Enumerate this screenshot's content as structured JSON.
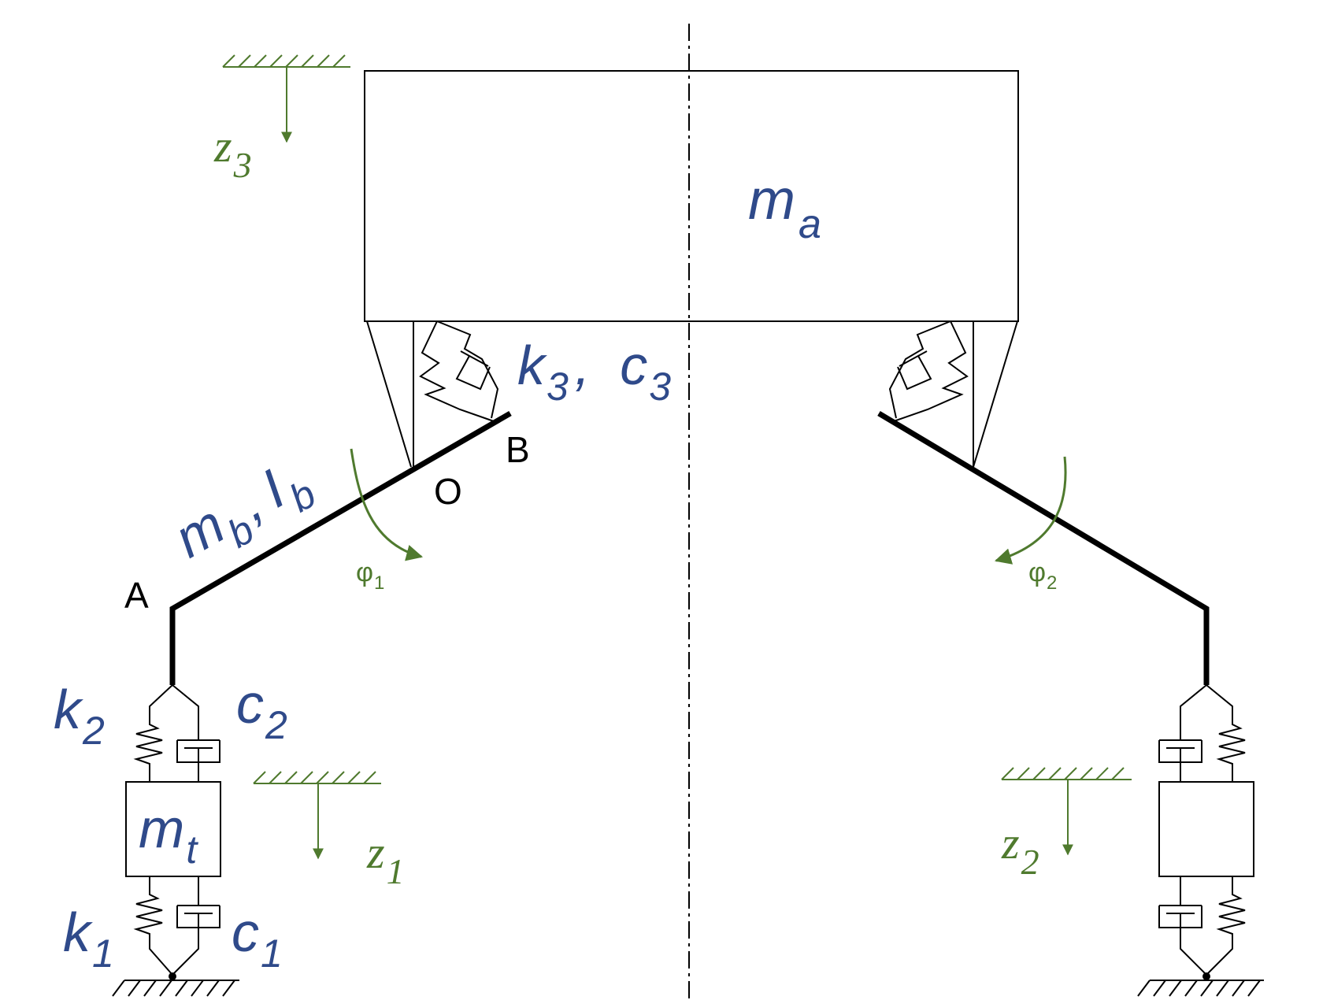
{
  "colors": {
    "symbol_blue": "#2f4a8a",
    "coordinate_green": "#4f7a2e",
    "structure_black": "#000000"
  },
  "labels": {
    "body_mass": {
      "main": "m",
      "sub": "a"
    },
    "axle_mass": {
      "main": "m",
      "sub": "t"
    },
    "bogie_mass": {
      "main": "m",
      "sub": "b"
    },
    "bogie_inertia": {
      "main": "I",
      "sub": "b"
    },
    "separator": ",",
    "k1": {
      "main": "k",
      "sub": "1"
    },
    "k2": {
      "main": "k",
      "sub": "2"
    },
    "k3": {
      "main": "k",
      "sub": "3"
    },
    "c1": {
      "main": "c",
      "sub": "1"
    },
    "c2": {
      "main": "c",
      "sub": "2"
    },
    "c3": {
      "main": "c",
      "sub": "3"
    },
    "z1": {
      "main": "z",
      "sub": "1"
    },
    "z2": {
      "main": "z",
      "sub": "2"
    },
    "z3": {
      "main": "z",
      "sub": "3"
    },
    "phi1": {
      "main": "φ",
      "sub": "1"
    },
    "phi2": {
      "main": "φ",
      "sub": "2"
    },
    "point_a": "A",
    "point_b": "B",
    "point_o": "O"
  }
}
